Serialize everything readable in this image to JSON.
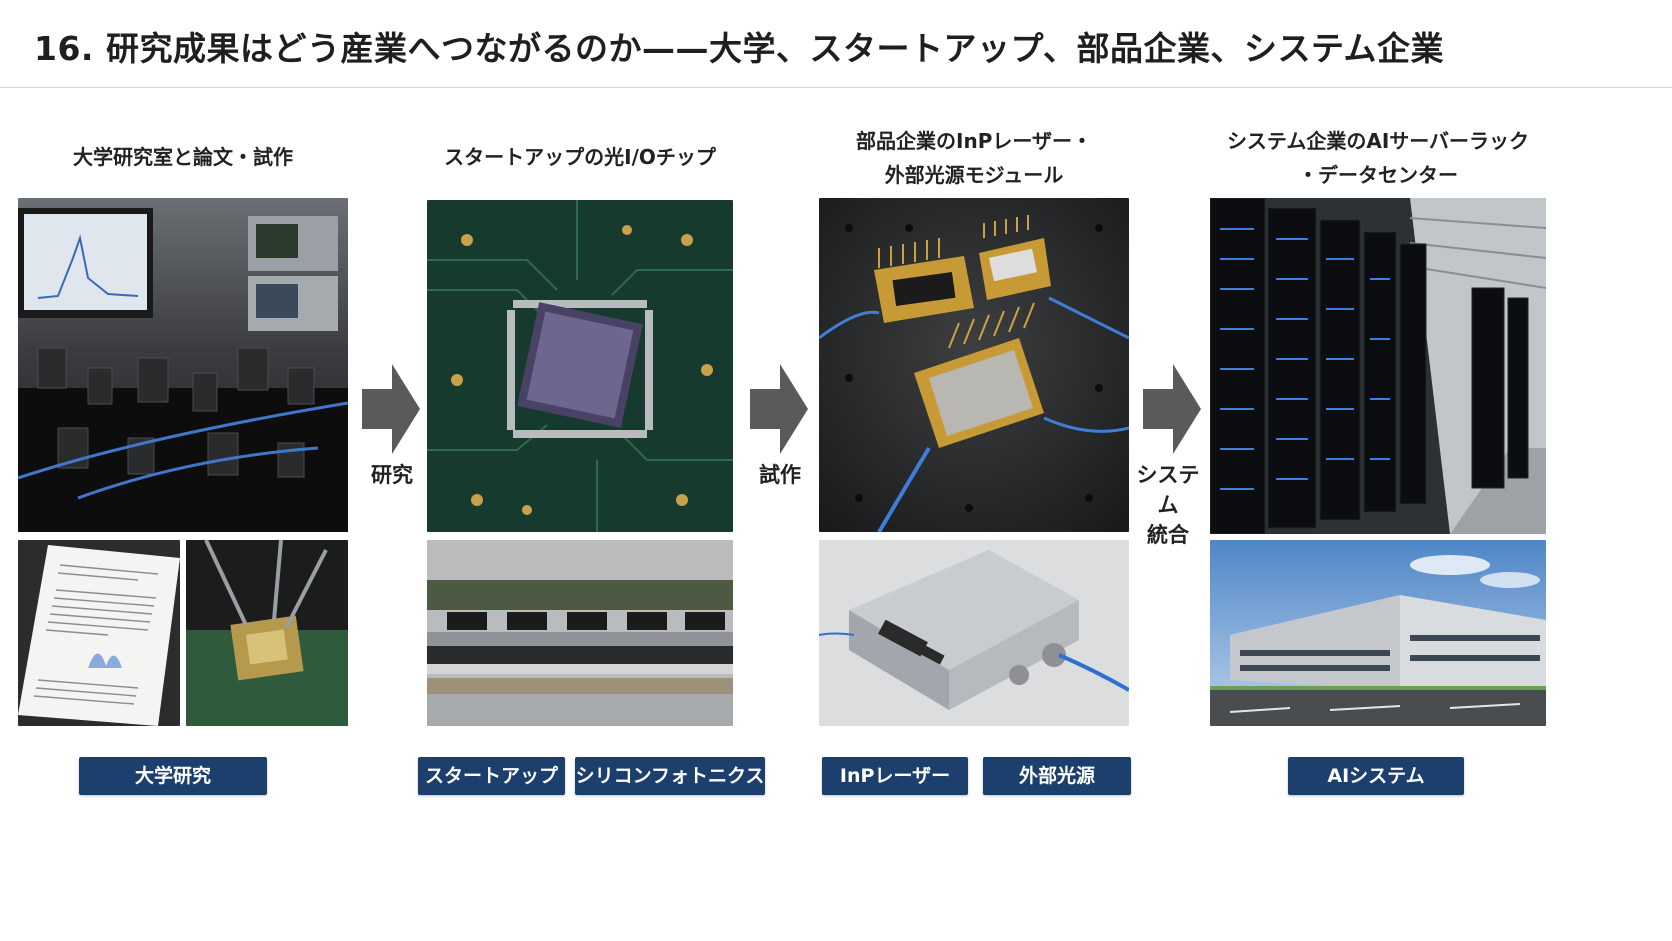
{
  "slide": {
    "title": "16. 研究成果はどう産業へつながるのか——大学、スタートアップ、部品企業、システム企業"
  },
  "stages": [
    {
      "heading_lines": [
        "大学研究室と論文・試作"
      ],
      "photos": [
        "optical-lab-bench",
        "research-paper",
        "probe-station-chip"
      ],
      "tags": [
        "大学研究"
      ]
    },
    {
      "heading_lines": [
        "スタートアップの光I/Oチップ"
      ],
      "photos": [
        "photonic-chip-on-pcb",
        "chip-cross-section"
      ],
      "tags": [
        "スタートアップ",
        "シリコンフォトニクス"
      ]
    },
    {
      "heading_lines": [
        "部品企業のInPレーザー・",
        "外部光源モジュール"
      ],
      "photos": [
        "butterfly-laser-packages",
        "external-light-source-module"
      ],
      "tags": [
        "InPレーザー",
        "外部光源"
      ]
    },
    {
      "heading_lines": [
        "システム企業のAIサーバーラック",
        "・データセンター"
      ],
      "photos": [
        "server-rack-aisle",
        "datacenter-building"
      ],
      "tags": [
        "AIシステム"
      ]
    }
  ],
  "transitions": [
    {
      "lines": [
        "研究"
      ],
      "icon": "arrow-right-icon"
    },
    {
      "lines": [
        "試作"
      ],
      "icon": "arrow-right-icon"
    },
    {
      "lines": [
        "システム",
        "統合"
      ],
      "icon": "arrow-right-icon"
    }
  ],
  "colors": {
    "tag_bg": "#1c3f6e",
    "tag_text": "#ffffff",
    "arrow": "#5a5a5a"
  }
}
